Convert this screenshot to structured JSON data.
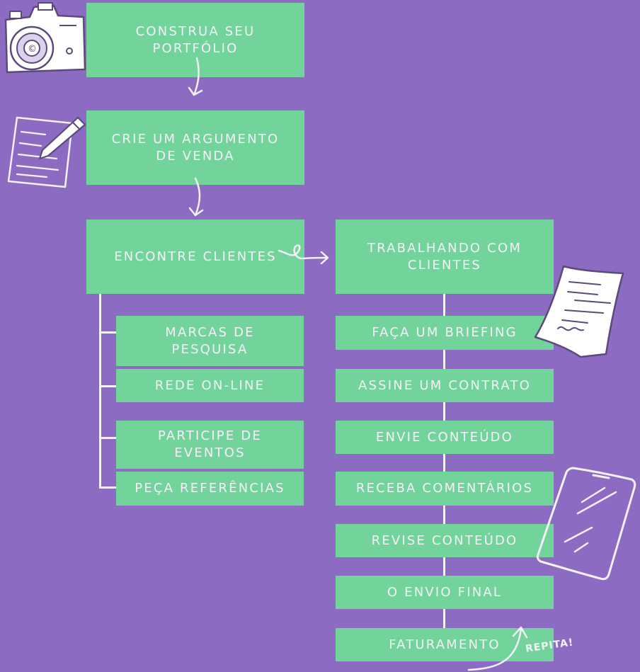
{
  "steps": {
    "portfolio": "CONSTRUA SEU\nPORTFÓLIO",
    "pitch": "CRIE UM ARGUMENTO\nDE VENDA",
    "find_clients": "ENCONTRE CLIENTES",
    "working": "TRABALHANDO COM\nCLIENTES"
  },
  "find_clients_items": [
    "MARCAS DE\nPESQUISA",
    "REDE ON-LINE",
    "PARTICIPE DE\nEVENTOS",
    "PEÇA REFERÊNCIAS"
  ],
  "working_items": [
    "FAÇA UM BRIEFING",
    "ASSINE UM CONTRATO",
    "ENVIE CONTEÚDO",
    "RECEBA COMENTÁRIOS",
    "REVISE CONTEÚDO",
    "O ENVIO FINAL",
    "FATURAMENTO"
  ],
  "repeat_label": "REPITA!",
  "colors": {
    "background": "#8C6BC2",
    "box": "#72D49B",
    "text": "#F4F1F8"
  },
  "icons": [
    "camera-icon",
    "document-pencil-icon",
    "contract-paper-icon",
    "smartphone-icon"
  ]
}
